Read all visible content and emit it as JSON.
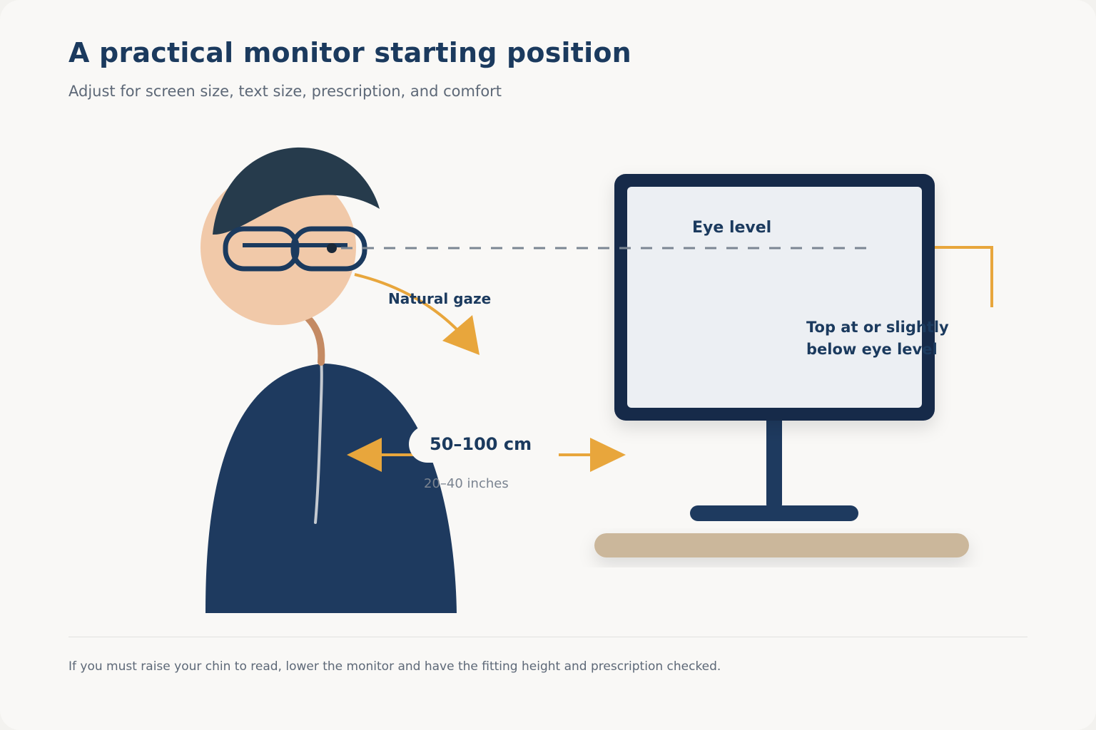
{
  "header": {
    "title": "A practical monitor starting position",
    "subtitle": "Adjust for screen size, text size, prescription, and comfort"
  },
  "labels": {
    "eye_level": "Eye level",
    "natural_gaze": "Natural gaze",
    "distance_cm": "50–100 cm",
    "distance_in": "20–40 inches",
    "top_line1": "Top at or slightly",
    "top_line2": "below eye level"
  },
  "footer": {
    "note": "If you must raise your chin to read, lower the monitor and have the fitting height and prescription checked."
  },
  "colors": {
    "navy": "#1b3a5e",
    "body": "#1e3a5f",
    "hair": "#263b4c",
    "skin": "#f1c9a9",
    "accent": "#e8a63c",
    "desk": "#cbb79b",
    "screen": "#eceff3",
    "monitor_frame": "#17294a"
  },
  "icons": {
    "distance_arrows": "double-arrow-icon",
    "gaze_arrow": "arrow-down-right-icon"
  }
}
